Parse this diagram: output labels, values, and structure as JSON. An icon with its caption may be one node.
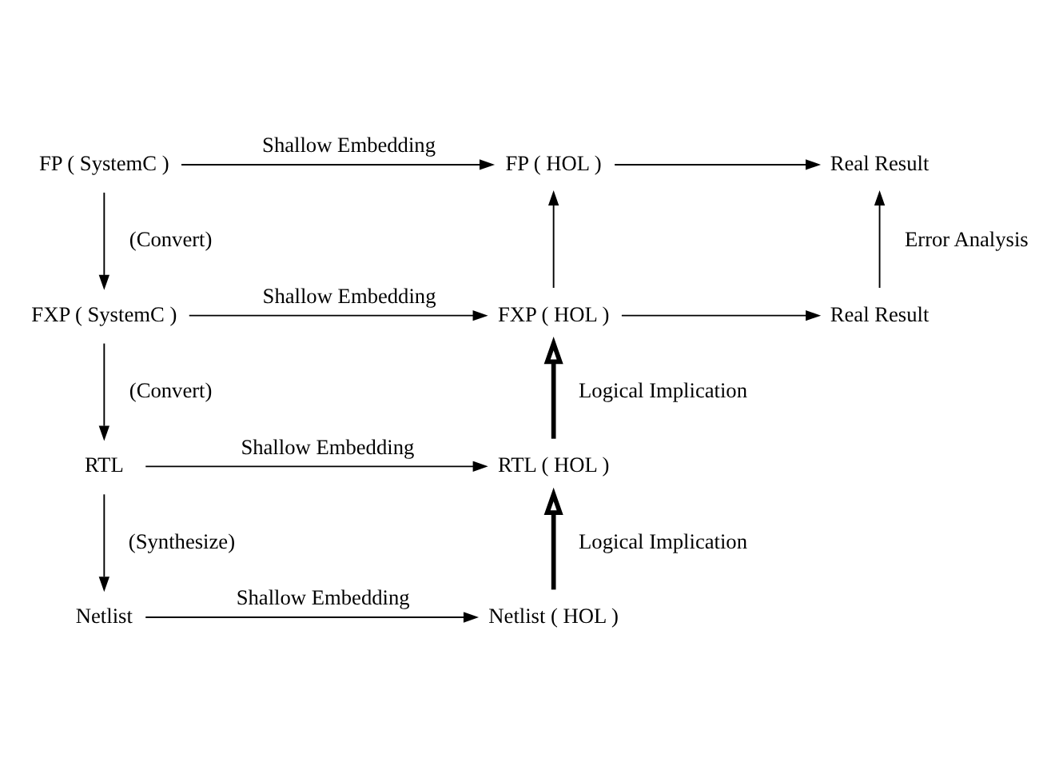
{
  "diagram": {
    "nodes": [
      {
        "text": [
          "FP ( SystemC )"
        ]
      },
      {
        "text": [
          "FP ( HOL )"
        ]
      },
      {
        "text": [
          "Real Result"
        ]
      },
      {
        "text": [
          "FXP ( SystemC )"
        ]
      },
      {
        "text": [
          "FXP ( HOL )"
        ]
      },
      {
        "text": [
          "Real Result"
        ]
      },
      {
        "text": [
          "RTL"
        ]
      },
      {
        "text": [
          "RTL ( HOL )"
        ]
      },
      {
        "text": [
          "Netlist"
        ]
      },
      {
        "text": [
          "Netlist ( HOL )"
        ]
      }
    ],
    "edges": [
      {
        "from": 0,
        "to": 1,
        "arrow": "to",
        "label": "Shallow Embedding"
      },
      {
        "from": 1,
        "to": 2,
        "arrow": "to"
      },
      {
        "from": 0,
        "to": 3,
        "arrow": "to",
        "label": "(Convert)"
      },
      {
        "from": 3,
        "to": 4,
        "arrow": "to",
        "label": "Shallow Embedding"
      },
      {
        "from": 4,
        "to": 1,
        "arrow": "to"
      },
      {
        "from": 4,
        "to": 5,
        "arrow": "to"
      },
      {
        "from": 5,
        "to": 2,
        "arrow": "to",
        "label": "Error Analysis"
      },
      {
        "from": 3,
        "to": 6,
        "arrow": "to",
        "label": "(Convert)"
      },
      {
        "from": 6,
        "to": 7,
        "arrow": "to",
        "label": "Shallow Embedding"
      },
      {
        "from": 7,
        "to": 4,
        "arrow": "to",
        "label": "Logical Implication",
        "style": "thick"
      },
      {
        "from": 6,
        "to": 8,
        "arrow": "to",
        "label": "(Synthesize)"
      },
      {
        "from": 8,
        "to": 9,
        "arrow": "to",
        "label": "Shallow Embedding"
      },
      {
        "from": 9,
        "to": 7,
        "arrow": "to",
        "label": "Logical Implication",
        "style": "thick"
      }
    ]
  }
}
